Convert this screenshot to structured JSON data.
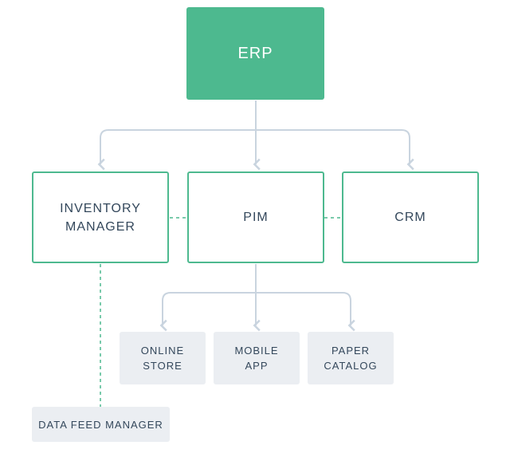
{
  "erp": {
    "label": "ERP"
  },
  "systems": {
    "inventory": {
      "line1": "INVENTORY",
      "line2": "MANAGER"
    },
    "pim": {
      "label": "PIM"
    },
    "crm": {
      "label": "CRM"
    }
  },
  "channels": [
    {
      "line1": "ONLINE",
      "line2": "STORE"
    },
    {
      "line1": "MOBILE",
      "line2": "APP"
    },
    {
      "line1": "PAPER",
      "line2": "CATALOG"
    }
  ],
  "data_feed": {
    "label": "DATA FEED MANAGER"
  },
  "colors": {
    "green": "#4db98f",
    "arrow": "#c9d4df",
    "chip": "#ebeef2",
    "text": "#33475b"
  }
}
